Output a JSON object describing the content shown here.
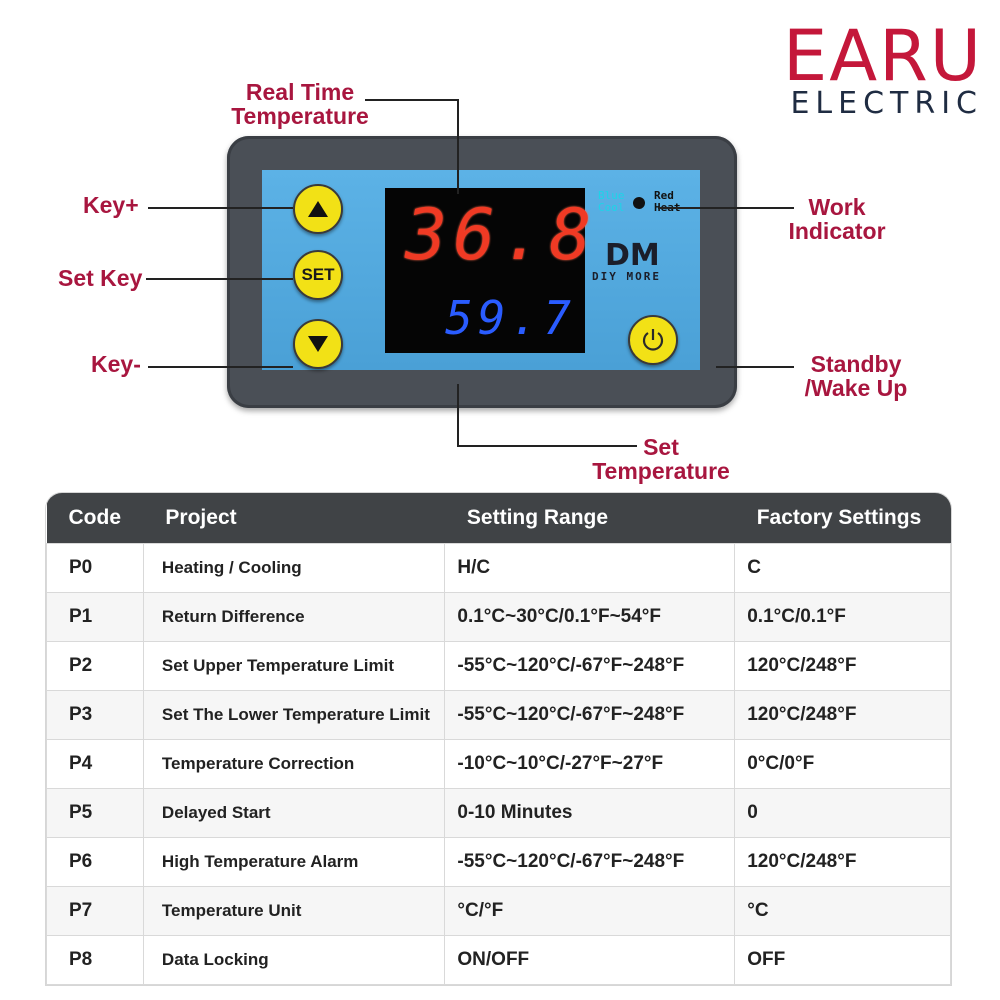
{
  "logo": {
    "brand": "EARU",
    "sub": "ELECTRIC"
  },
  "callouts": {
    "real_time_line1": "Real Time",
    "real_time_line2": "Temperature",
    "key_plus": "Key+",
    "set_key": "Set Key",
    "key_minus": "Key-",
    "work_line1": "Work",
    "work_line2": "Indicator",
    "standby_line1": "Standby",
    "standby_line2": "/Wake Up",
    "set_temp_line1": "Set",
    "set_temp_line2": "Temperature"
  },
  "device": {
    "set_button": "SET",
    "real_time_reading": "36.8",
    "set_reading": "59.7",
    "blue_label_1": "Blue",
    "blue_label_2": "Cool",
    "red_label_1": "Red",
    "red_label_2": "Heat",
    "brand_logo": "DM",
    "brand_text": "DIY MORE",
    "button_color": "#f2e116",
    "face_color": "#54a8dd"
  },
  "table": {
    "headers": [
      "Code",
      "Project",
      "Setting Range",
      "Factory Settings"
    ],
    "rows": [
      [
        "P0",
        "Heating / Cooling",
        "H/C",
        "C"
      ],
      [
        "P1",
        "Return Difference",
        "0.1°C~30°C/0.1°F~54°F",
        "0.1°C/0.1°F"
      ],
      [
        "P2",
        "Set Upper Temperature Limit",
        "-55°C~120°C/-67°F~248°F",
        "120°C/248°F"
      ],
      [
        "P3",
        "Set The Lower Temperature Limit",
        "-55°C~120°C/-67°F~248°F",
        "120°C/248°F"
      ],
      [
        "P4",
        "Temperature Correction",
        "-10°C~10°C/-27°F~27°F",
        "0°C/0°F"
      ],
      [
        "P5",
        "Delayed Start",
        "0-10 Minutes",
        "0"
      ],
      [
        "P6",
        "High Temperature Alarm",
        "-55°C~120°C/-67°F~248°F",
        "120°C/248°F"
      ],
      [
        "P7",
        "Temperature Unit",
        "°C/°F",
        "°C"
      ],
      [
        "P8",
        "Data Locking",
        "ON/OFF",
        "OFF"
      ]
    ]
  }
}
